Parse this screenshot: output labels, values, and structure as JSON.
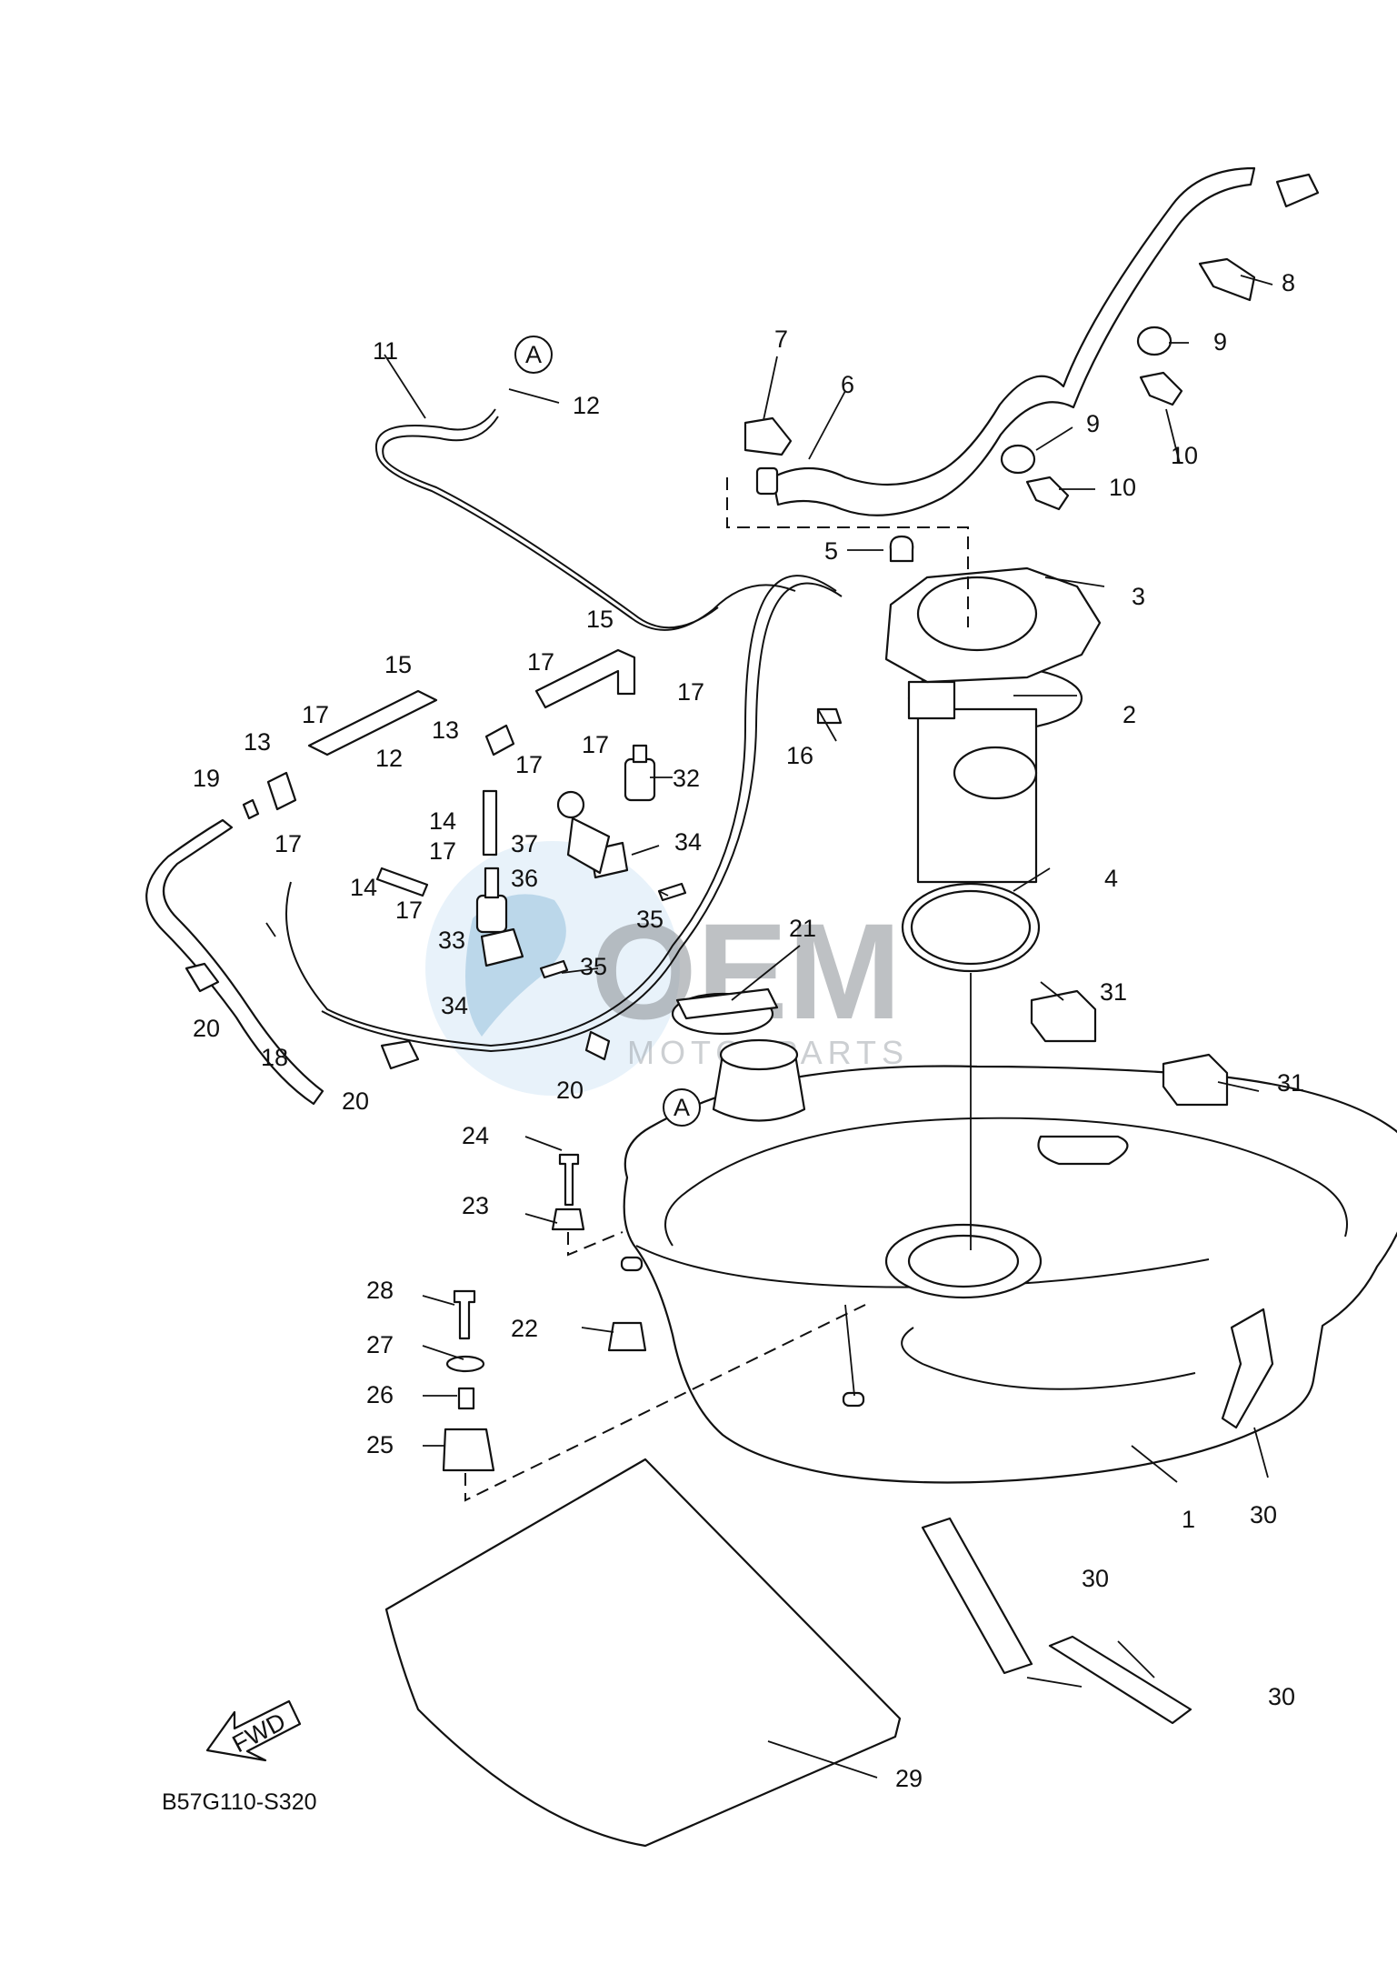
{
  "diagram": {
    "drawing_code": "B57G110-S320",
    "direction_label": "FWD",
    "reference_marker": "A",
    "watermark": {
      "brand": "OEM",
      "tagline": "MOTORPARTS"
    },
    "callouts": [
      "1",
      "2",
      "3",
      "4",
      "5",
      "6",
      "7",
      "8",
      "9",
      "10",
      "11",
      "12",
      "13",
      "14",
      "15",
      "16",
      "17",
      "18",
      "19",
      "20",
      "21",
      "22",
      "23",
      "24",
      "25",
      "26",
      "27",
      "28",
      "29",
      "30",
      "31",
      "32",
      "33",
      "34",
      "35",
      "36",
      "37"
    ]
  }
}
